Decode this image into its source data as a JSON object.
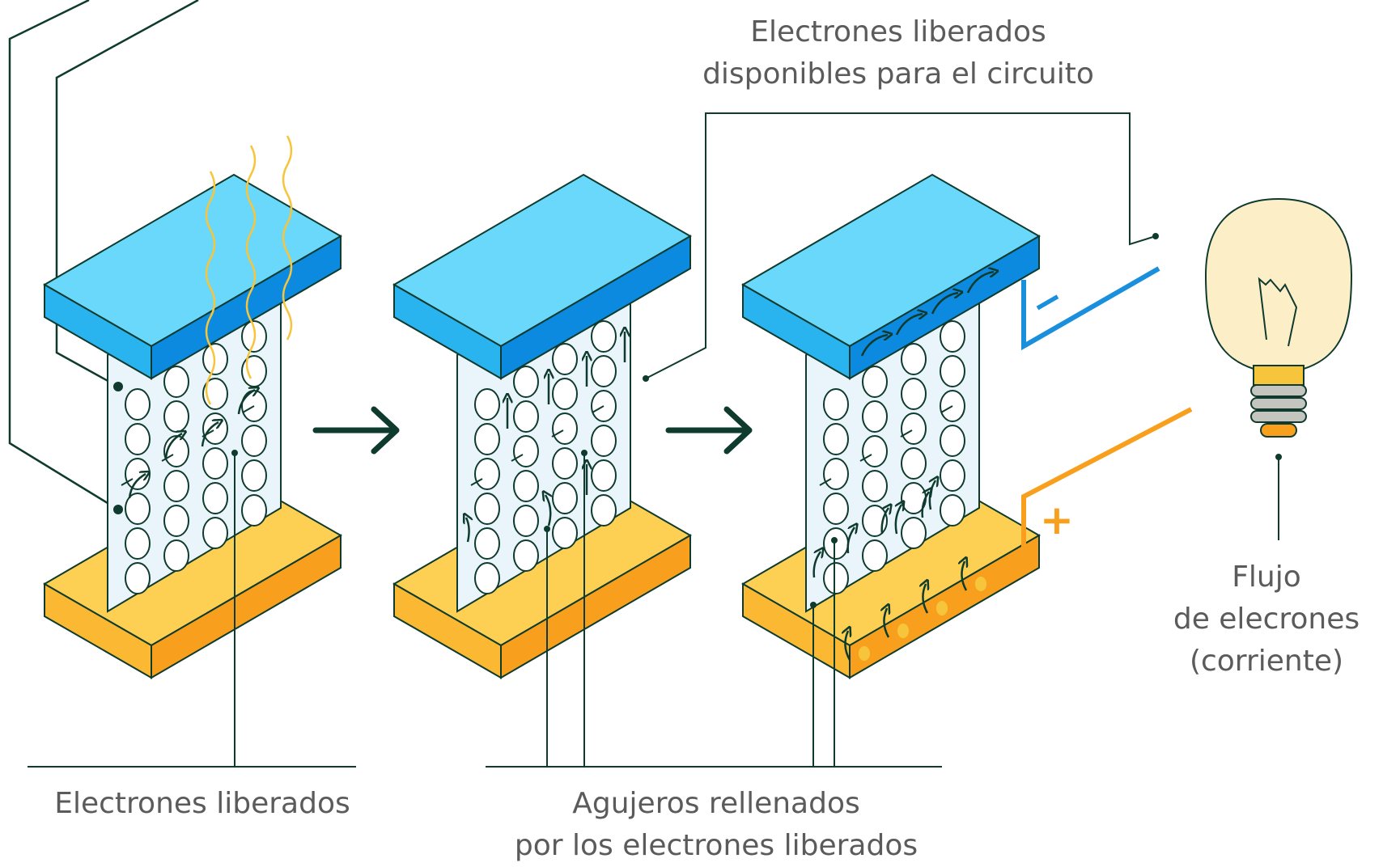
{
  "labels": {
    "top_line1": "Electrones liberados",
    "top_line2": "disponibles para el circuito",
    "left": "Electrones liberados",
    "middle_line1": "Agujeros rellenados",
    "middle_line2": "por los electrones liberados",
    "right_line1": "Flujo",
    "right_line2": "de elecrones",
    "right_line3": "(corriente)"
  },
  "terminals": {
    "negative": "−",
    "positive": "+"
  },
  "colors": {
    "blue_top": "#6ad8fb",
    "blue_front": "#29b3ef",
    "blue_side": "#0b8ae0",
    "yellow_top": "#fdcf52",
    "yellow_front": "#fbb933",
    "yellow_side": "#f8a01d",
    "semiconductor": "#e9f5fb",
    "dark_green": "#0e3b2e",
    "wire_blue": "#1a8fdc",
    "wire_orange": "#f8a01d",
    "hole_yellow": "#f6c53c",
    "bulb_glass": "#fcefc8",
    "text_gray": "#5b5b5b"
  }
}
